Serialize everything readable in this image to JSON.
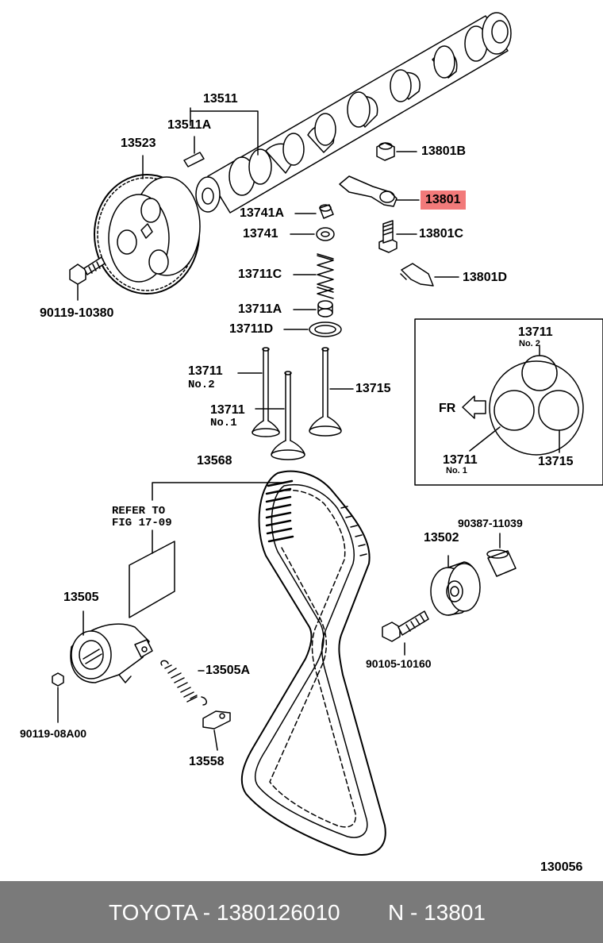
{
  "labels": {
    "p13511": "13511",
    "p13511A": "13511A",
    "p13523": "13523",
    "p13801B": "13801B",
    "p13801": "13801",
    "p13741A": "13741A",
    "p13741": "13741",
    "p13801C": "13801C",
    "p13801D": "13801D",
    "p13711C": "13711C",
    "p13711A": "13711A",
    "p13711D": "13711D",
    "p90119_10380": "90119-10380",
    "p13711_no2": "13711",
    "p13711_no2_sub": "No.2",
    "p13711_no1": "13711",
    "p13711_no1_sub": "No.1",
    "p13715": "13715",
    "inset_13711_top": "13711",
    "inset_no2": "No. 2",
    "inset_fr": "FR",
    "inset_13711_bottom": "13711",
    "inset_no1": "No. 1",
    "inset_13715": "13715",
    "p13568": "13568",
    "refer_line1": "REFER TO",
    "refer_line2": "FIG 17-09",
    "p90387_11039": "90387-11039",
    "p13502": "13502",
    "p13505": "13505",
    "p13505A": "13505A",
    "p90105_10160": "90105-10160",
    "p90119_08A00": "90119-08A00",
    "p13558": "13558",
    "diagram_number": "130056"
  },
  "highlight_color": "#f27a7a",
  "footer": {
    "brand": "TOYOTA - 1380126010",
    "part": "N - 13801",
    "background": "#7a7a7a"
  }
}
